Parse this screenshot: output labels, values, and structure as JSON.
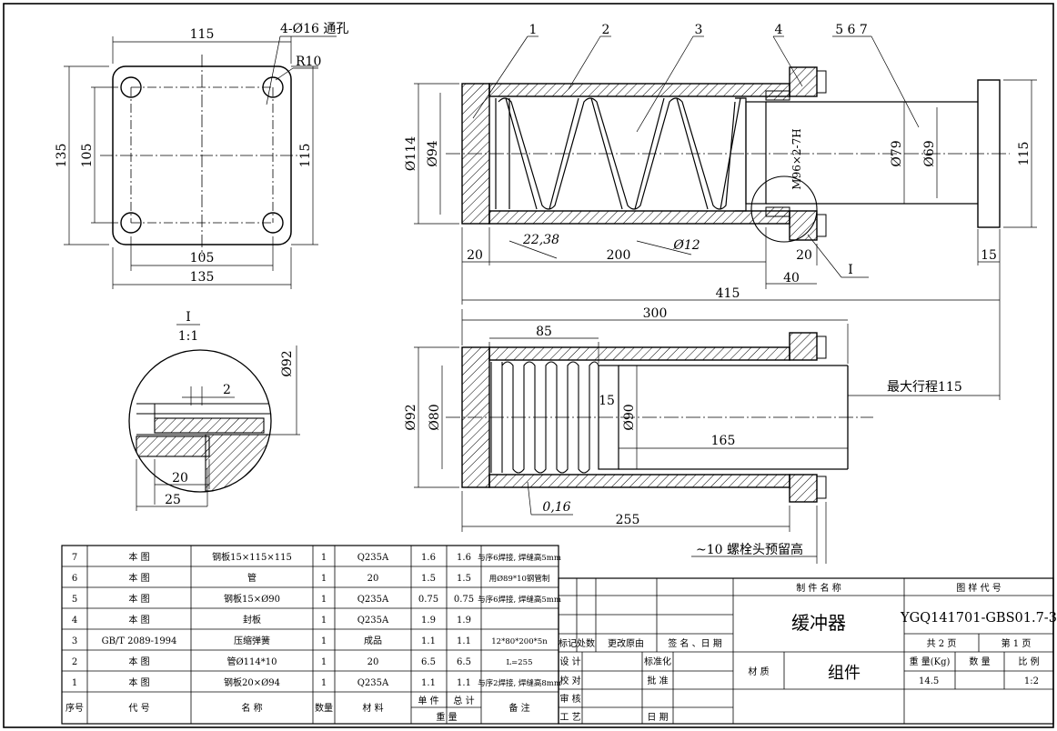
{
  "top_view": {
    "width_top": "115",
    "holes_note": "4-Ø16 通孔",
    "radius": "R10",
    "height_outer": "135",
    "height_inner": "105",
    "height_right": "115",
    "width_inner": "105",
    "width_outer": "135"
  },
  "detail_view": {
    "label": "I",
    "scale": "1:1",
    "dim_2": "2",
    "dim_20": "20",
    "dim_25": "25",
    "dia_92": "Ø92"
  },
  "main_view": {
    "balloons": [
      "1",
      "2",
      "3",
      "4",
      "5 6 7"
    ],
    "dia_114": "Ø114",
    "dia_94": "Ø94",
    "thread": "M96×2-7H",
    "dia_79": "Ø79",
    "dia_69": "Ø69",
    "h_115": "115",
    "d_20a": "20",
    "d_200": "200",
    "d_2238": "22,38",
    "d_12": "Ø12",
    "d_20b": "20",
    "d_40": "40",
    "d_15": "15",
    "d_415": "415",
    "detail_ref": "I"
  },
  "compressed_view": {
    "d_300": "300",
    "d_85": "85",
    "d_15": "15",
    "dia_92": "Ø92",
    "dia_80": "Ø80",
    "dia_90": "Ø90",
    "d_165": "165",
    "d_016": "0,16",
    "d_255": "255",
    "stroke_note": "最大行程115",
    "bolt_note": "~10 螺栓头预留高"
  },
  "bom": {
    "rows": [
      {
        "no": "7",
        "code": "本  图",
        "name": "钢板15×115×115",
        "qty": "1",
        "mat": "Q235A",
        "unit": "1.6",
        "total": "1.6",
        "note": "与序6焊接, 焊缝高5mm"
      },
      {
        "no": "6",
        "code": "本  图",
        "name": "管",
        "qty": "1",
        "mat": "20",
        "unit": "1.5",
        "total": "1.5",
        "note": "用Ø89*10钢管制"
      },
      {
        "no": "5",
        "code": "本  图",
        "name": "钢板15×Ø90",
        "qty": "1",
        "mat": "Q235A",
        "unit": "0.75",
        "total": "0.75",
        "note": "与序6焊接, 焊缝高5mm"
      },
      {
        "no": "4",
        "code": "本  图",
        "name": "封板",
        "qty": "1",
        "mat": "Q235A",
        "unit": "1.9",
        "total": "1.9",
        "note": ""
      },
      {
        "no": "3",
        "code": "GB/T 2089-1994",
        "name": "压缩弹簧",
        "qty": "1",
        "mat": "成品",
        "unit": "1.1",
        "total": "1.1",
        "note": "12*80*200*5n"
      },
      {
        "no": "2",
        "code": "本  图",
        "name": "管Ø114*10",
        "qty": "1",
        "mat": "20",
        "unit": "6.5",
        "total": "6.5",
        "note": "L=255"
      },
      {
        "no": "1",
        "code": "本  图",
        "name": "钢板20×Ø94",
        "qty": "1",
        "mat": "Q235A",
        "unit": "1.1",
        "total": "1.1",
        "note": "与序2焊接, 焊缝高8mm"
      }
    ],
    "header": {
      "no": "序号",
      "code": "代  号",
      "name": "名  称",
      "qty": "数量",
      "mat": "材  料",
      "unit": "单 件",
      "total": "总 计",
      "weight": "重  量",
      "note": "备  注"
    }
  },
  "title_block": {
    "rev_cols": [
      "标记",
      "处数",
      "更改原由",
      "签 名 、日 期"
    ],
    "roles": [
      "设 计",
      "校 对",
      "审 核",
      "工 艺"
    ],
    "role2": [
      "标准化",
      "批 准",
      "日 期"
    ],
    "name_label": "制 件 名 称",
    "name": "缓冲器",
    "material_label": "材 质",
    "material": "组件",
    "drawing_no_label": "图 样 代 号",
    "drawing_no": "YGQ141701-GBS01.7-3",
    "sheets_total": "共 2 页",
    "sheet_no": "第 1 页",
    "weight_label": "重 量(Kg)",
    "qty_label": "数  量",
    "scale_label": "比  例",
    "weight": "14.5",
    "scale": "1:2"
  }
}
